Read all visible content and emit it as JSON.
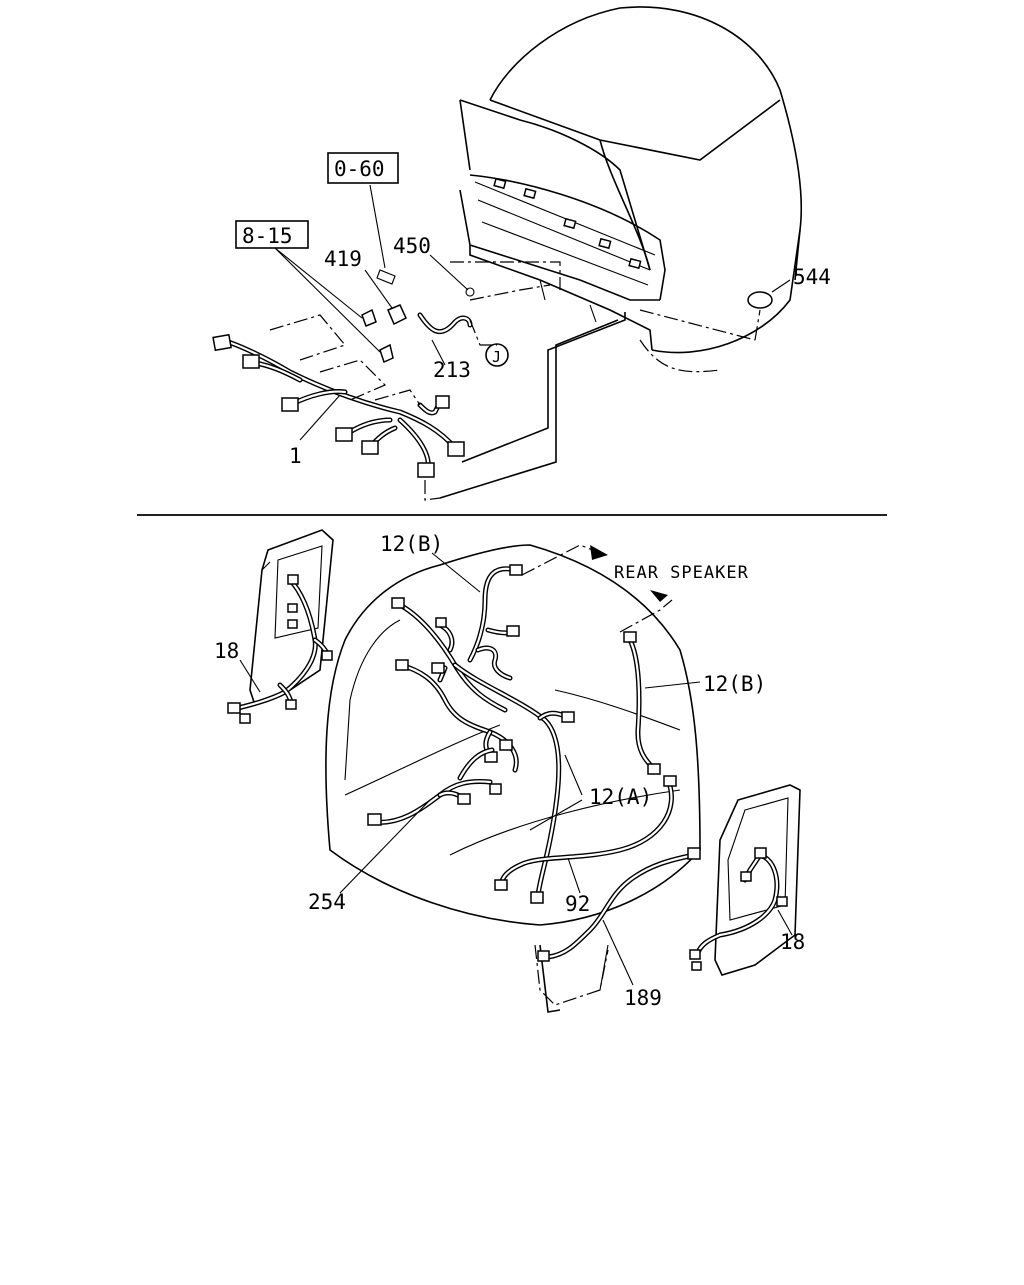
{
  "diagram": {
    "top_section": {
      "boxed_refs": [
        "0-60",
        "8-15"
      ],
      "callouts": {
        "c419": "419",
        "c450": "450",
        "c544": "544",
        "c213": "213",
        "c1": "1",
        "circle_ref": "J"
      }
    },
    "bottom_section": {
      "callouts": {
        "c12b_top": "12(B)",
        "c12b_right": "12(B)",
        "c12a": "12(A)",
        "c18_left": "18",
        "c18_right": "18",
        "c254": "254",
        "c92": "92",
        "c189": "189"
      },
      "note": "REAR SPEAKER"
    }
  }
}
